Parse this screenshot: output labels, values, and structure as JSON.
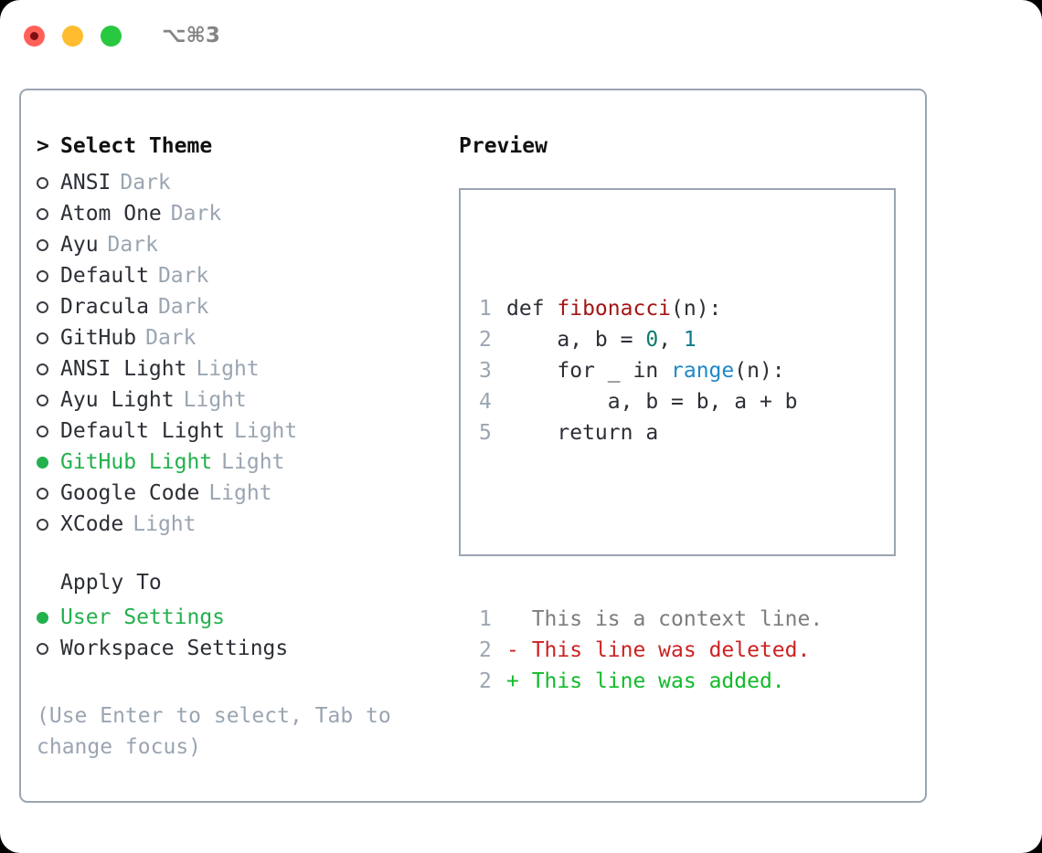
{
  "titlebar": {
    "shortcut": "⌥⌘3",
    "dots": [
      {
        "name": "close",
        "color": "#ff6159"
      },
      {
        "name": "minimize",
        "color": "#febc2e"
      },
      {
        "name": "zoom",
        "color": "#28c840"
      }
    ]
  },
  "colors": {
    "border": "#9aa5b1",
    "selected": "#22b14c",
    "muted": "#9aa5b1",
    "text": "#2c2f36",
    "diff_add": "#12bb2a",
    "diff_del": "#cc2222",
    "diff_ctx": "#7d7d7d"
  },
  "left": {
    "caret": ">",
    "title": "Select Theme",
    "themes": [
      {
        "bullet": "○",
        "name": "ANSI",
        "tag": "Dark",
        "selected": false
      },
      {
        "bullet": "○",
        "name": "Atom One",
        "tag": "Dark",
        "selected": false
      },
      {
        "bullet": "○",
        "name": "Ayu",
        "tag": "Dark",
        "selected": false
      },
      {
        "bullet": "○",
        "name": "Default",
        "tag": "Dark",
        "selected": false
      },
      {
        "bullet": "○",
        "name": "Dracula",
        "tag": "Dark",
        "selected": false
      },
      {
        "bullet": "○",
        "name": "GitHub",
        "tag": "Dark",
        "selected": false
      },
      {
        "bullet": "○",
        "name": "ANSI Light",
        "tag": "Light",
        "selected": false
      },
      {
        "bullet": "○",
        "name": "Ayu Light",
        "tag": "Light",
        "selected": false
      },
      {
        "bullet": "○",
        "name": "Default Light",
        "tag": "Light",
        "selected": false
      },
      {
        "bullet": "●",
        "name": "GitHub Light",
        "tag": "Light",
        "selected": true
      },
      {
        "bullet": "○",
        "name": "Google Code",
        "tag": "Light",
        "selected": false
      },
      {
        "bullet": "○",
        "name": "XCode",
        "tag": "Light",
        "selected": false
      }
    ],
    "apply_to_label": "Apply To",
    "apply_to": [
      {
        "bullet": "●",
        "name": "User Settings",
        "selected": true
      },
      {
        "bullet": "○",
        "name": "Workspace Settings",
        "selected": false
      }
    ],
    "hint": "(Use Enter to select, Tab to change focus)"
  },
  "right": {
    "title": "Preview",
    "code_lines": [
      {
        "num": "1",
        "parts": [
          {
            "t": "def ",
            "c": "ctext"
          },
          {
            "t": "fibonacci",
            "c": "tok-fn"
          },
          {
            "t": "(n):",
            "c": "ctext"
          }
        ]
      },
      {
        "num": "2",
        "parts": [
          {
            "t": "    a, b = ",
            "c": "ctext"
          },
          {
            "t": "0",
            "c": "tok-num"
          },
          {
            "t": ", ",
            "c": "ctext"
          },
          {
            "t": "1",
            "c": "tok-num2"
          }
        ]
      },
      {
        "num": "3",
        "parts": [
          {
            "t": "    for _ in ",
            "c": "ctext"
          },
          {
            "t": "range",
            "c": "tok-kw"
          },
          {
            "t": "(n):",
            "c": "ctext"
          }
        ]
      },
      {
        "num": "4",
        "parts": [
          {
            "t": "        a, b = b, a + b",
            "c": "ctext"
          }
        ]
      },
      {
        "num": "5",
        "parts": [
          {
            "t": "    return a",
            "c": "ctext"
          }
        ]
      }
    ],
    "diff_lines": [
      {
        "num": "1",
        "marker": "  ",
        "text": "This is a context line.",
        "kind": "diff-ctx"
      },
      {
        "num": "2",
        "marker": "- ",
        "text": "This line was deleted.",
        "kind": "diff-del"
      },
      {
        "num": "2",
        "marker": "+ ",
        "text": "This line was added.",
        "kind": "diff-add"
      }
    ]
  }
}
